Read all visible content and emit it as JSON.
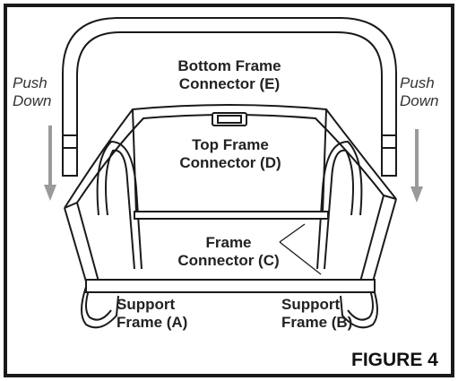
{
  "labels": {
    "bottom_frame_connector": [
      "Bottom Frame",
      "Connector (E)"
    ],
    "top_frame_connector": [
      "Top Frame",
      "Connector (D)"
    ],
    "frame_connector": [
      "Frame",
      "Connector (C)"
    ],
    "support_frame_a": [
      "Support",
      "Frame (A)"
    ],
    "support_frame_b": [
      "Support",
      "Frame (B)"
    ],
    "push_down_left": [
      "Push",
      "Down"
    ],
    "push_down_right": [
      "Push",
      "Down"
    ]
  },
  "figure_title": "FIGURE 4",
  "colors": {
    "stroke": "#1a1a1a",
    "arrow": "#9a9a9a",
    "background": "#ffffff",
    "fabric_shade": "#f2f2f2"
  }
}
